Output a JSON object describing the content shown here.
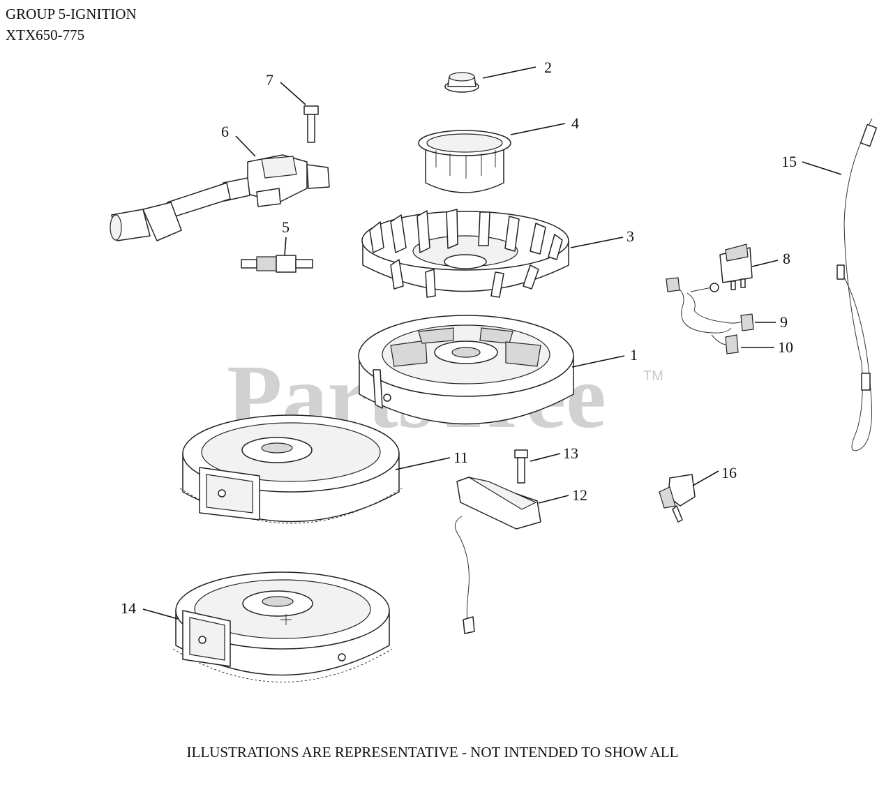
{
  "header": {
    "group_title": "GROUP 5-IGNITION",
    "model_range": "XTX650-775"
  },
  "watermark": {
    "brand": "PartsTree",
    "trademark": "TM"
  },
  "callouts": [
    {
      "id": "1",
      "label": "1"
    },
    {
      "id": "2",
      "label": "2"
    },
    {
      "id": "3",
      "label": "3"
    },
    {
      "id": "4",
      "label": "4"
    },
    {
      "id": "5",
      "label": "5"
    },
    {
      "id": "6",
      "label": "6"
    },
    {
      "id": "7",
      "label": "7"
    },
    {
      "id": "8",
      "label": "8"
    },
    {
      "id": "9",
      "label": "9"
    },
    {
      "id": "10",
      "label": "10"
    },
    {
      "id": "11",
      "label": "11"
    },
    {
      "id": "12",
      "label": "12"
    },
    {
      "id": "13",
      "label": "13"
    },
    {
      "id": "14",
      "label": "14"
    },
    {
      "id": "15",
      "label": "15"
    },
    {
      "id": "16",
      "label": "16"
    }
  ],
  "footer": {
    "disclaimer": "ILLUSTRATIONS ARE REPRESENTATIVE - NOT INTENDED TO SHOW ALL"
  }
}
